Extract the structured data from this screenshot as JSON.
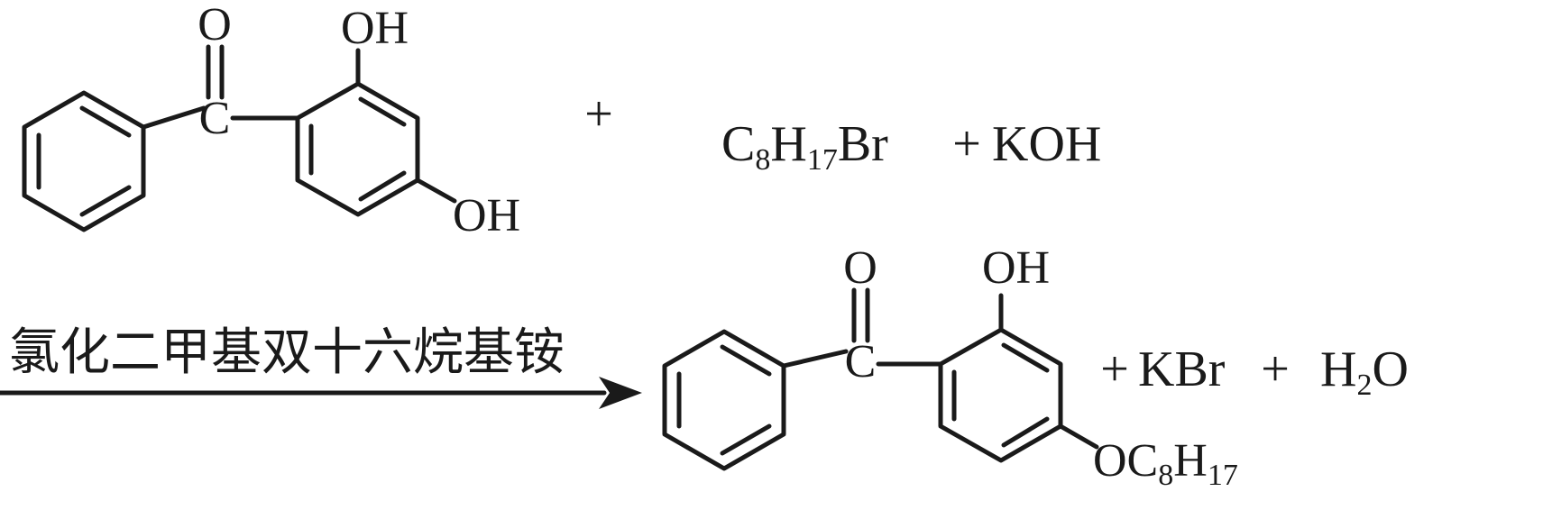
{
  "reactant1": {
    "carbonyl_o": "O",
    "carbonyl_c": "C",
    "oh_top": "OH",
    "oh_bottom": "OH"
  },
  "plus_1": "+",
  "reagents": {
    "c8_c": "C",
    "c8_sub": "8",
    "c8_h": "H",
    "c8_sub2": "17",
    "c8_br": "Br",
    "plus": "+",
    "base": "KOH"
  },
  "arrow": {
    "condition": "氯化二甲基双十六烷基铵"
  },
  "product": {
    "carbonyl_o": "O",
    "carbonyl_c": "C",
    "oh_top": "OH",
    "ether_oc": "OC",
    "ether_sub": "8",
    "ether_h": "H",
    "ether_sub2": "17"
  },
  "byproducts": {
    "plus_a": "+",
    "kbr": "KBr",
    "plus_b": "+",
    "h": "H",
    "h_sub": "2",
    "o": "O"
  }
}
